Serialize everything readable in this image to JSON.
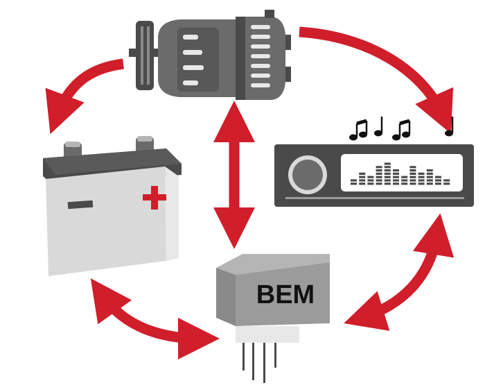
{
  "diagram": {
    "components": {
      "alternator": {
        "icon": "alternator-icon"
      },
      "battery": {
        "icon": "battery-icon"
      },
      "radio": {
        "icon": "car-radio-icon",
        "equalizer_levels": [
          2,
          4,
          3,
          6,
          7,
          5,
          3,
          6,
          4,
          5,
          3,
          2
        ]
      },
      "bem": {
        "icon": "control-module-icon",
        "label": "BEM"
      },
      "music_notes": {
        "icon": "music-notes-icon"
      }
    },
    "flows": [
      {
        "from": "alternator",
        "to": "battery",
        "direction": "one-way"
      },
      {
        "from": "alternator",
        "to": "radio",
        "direction": "one-way"
      },
      {
        "from": "alternator",
        "to": "bem",
        "direction": "two-way"
      },
      {
        "from": "battery",
        "to": "bem",
        "direction": "two-way"
      },
      {
        "from": "radio",
        "to": "bem",
        "direction": "two-way"
      }
    ],
    "colors": {
      "arrow": "#d01e2b",
      "dark": "#4a4a4a",
      "light": "#e8e8e8",
      "module": "#9b9b9b",
      "plus": "#d01e2b"
    }
  }
}
